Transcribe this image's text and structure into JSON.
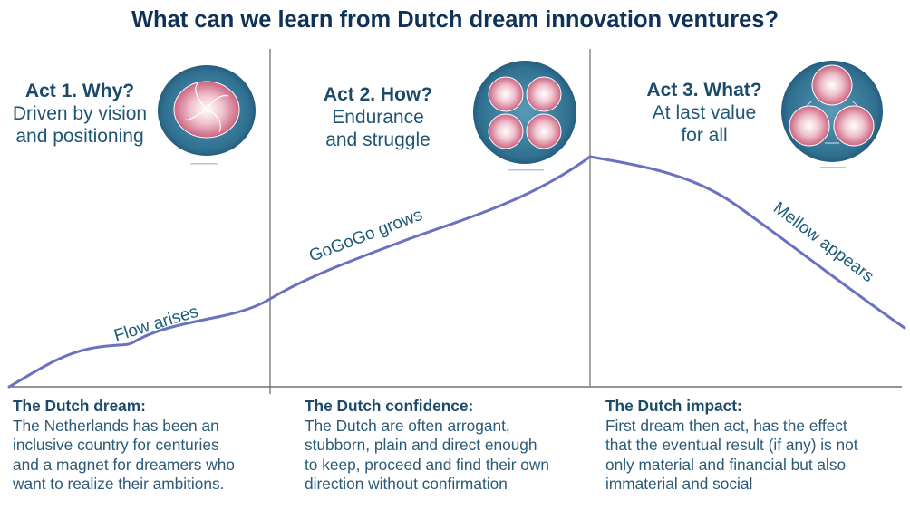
{
  "title": "What can we learn from Dutch dream innovation ventures?",
  "acts": [
    {
      "heading": "Act 1. Why?",
      "line1": "Driven by vision",
      "line2": "and positioning",
      "diagram_icon": "spiral-circle-diagram-icon"
    },
    {
      "heading": "Act 2. How?",
      "line1": "Endurance",
      "line2": "and struggle",
      "diagram_icon": "four-circle-diagram-icon"
    },
    {
      "heading": "Act 3. What?",
      "line1": "At last value",
      "line2": "for all",
      "diagram_icon": "three-circle-diagram-icon"
    }
  ],
  "curve_labels": {
    "flow": "Flow arises",
    "gogogo": "GoGoGo grows",
    "mellow": "Mellow appears"
  },
  "bottom": [
    {
      "heading": "The Dutch dream:",
      "lines": [
        "The Netherlands has been an",
        "inclusive country for centuries",
        "and a magnet for dreamers who",
        "want to realize their ambitions."
      ]
    },
    {
      "heading": "The Dutch confidence:",
      "lines": [
        "The Dutch are often arrogant,",
        "stubborn, plain and direct enough",
        "to keep, proceed and find their own",
        "direction without confirmation"
      ]
    },
    {
      "heading": "The Dutch impact:",
      "lines": [
        "First dream then act, has the effect",
        "that the eventual result (if any) is not",
        "only material and financial but also",
        "immaterial and social"
      ]
    }
  ],
  "colors": {
    "title": "#0f3259",
    "text": "#1f5575",
    "curve": "#6a72bf",
    "axis": "#555555",
    "circle_outer": "#2e6d8c",
    "circle_inner": "#c9587a"
  },
  "chart_data": {
    "type": "line",
    "title": "What can we learn from Dutch dream innovation ventures?",
    "xlabel": "",
    "ylabel": "",
    "sections": [
      "Act 1. Why?",
      "Act 2. How?",
      "Act 3. What?"
    ],
    "x": [
      0,
      7,
      14,
      19,
      29,
      42,
      55,
      64,
      75,
      84,
      98
    ],
    "values": [
      0,
      15,
      19,
      27,
      38,
      62,
      84,
      100,
      91,
      65,
      26
    ],
    "annotations": [
      "Flow arises",
      "GoGoGo grows",
      "Mellow appears"
    ],
    "grid": false
  }
}
